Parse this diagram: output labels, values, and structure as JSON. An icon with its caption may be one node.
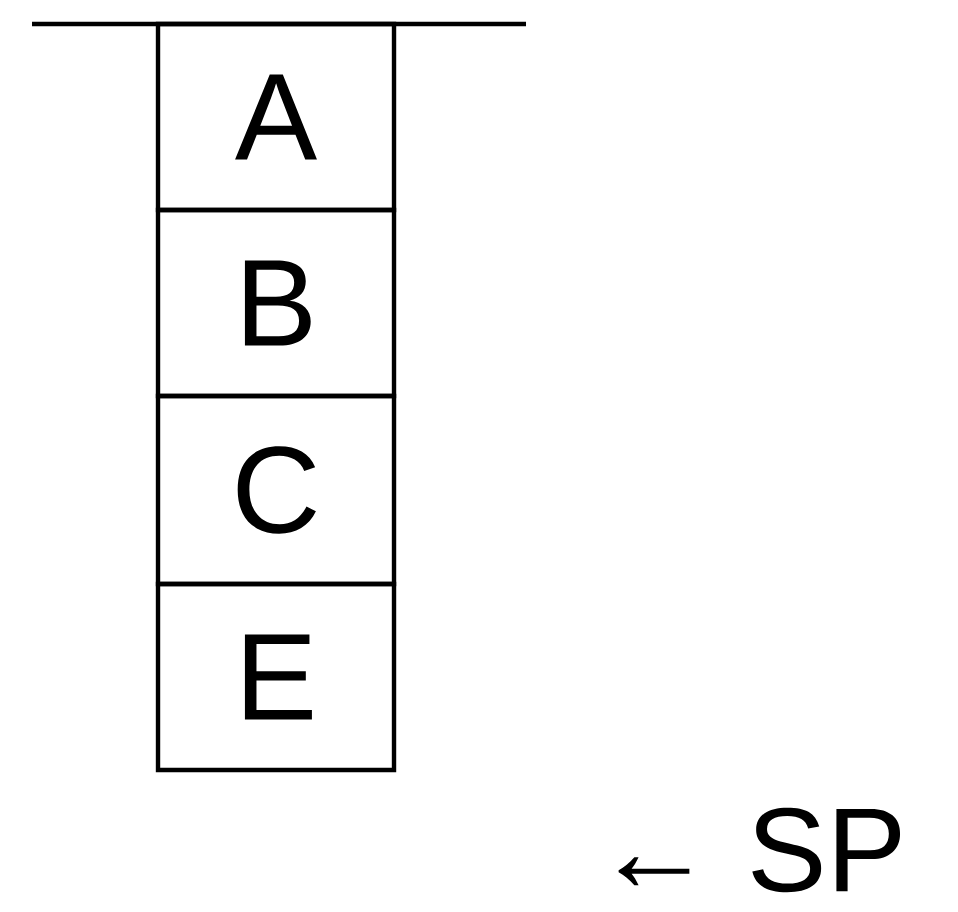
{
  "diagram": {
    "nodes": [
      {
        "text": [
          "A"
        ]
      },
      {
        "text": [
          "B"
        ]
      },
      {
        "text": [
          "C"
        ]
      },
      {
        "text": [
          "E"
        ]
      }
    ],
    "labels": [
      "← SP"
    ]
  }
}
